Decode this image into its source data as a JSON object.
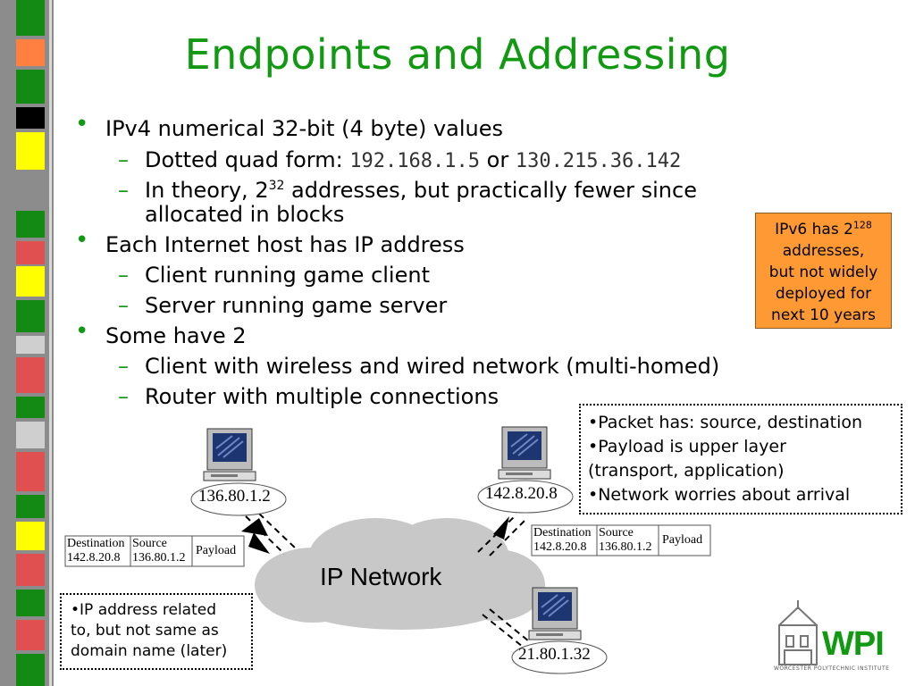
{
  "slide": {
    "title": "Endpoints and Addressing",
    "bullets": [
      {
        "text": "IPv4 numerical 32-bit (4 byte) values",
        "sub": [
          {
            "prefix": "Dotted quad form: ",
            "mono1": "192.168.1.5",
            "mid": " or ",
            "mono2": "130.215.36.142"
          },
          {
            "pre": "In theory, 2",
            "sup": "32",
            "post": " addresses, but practically fewer since",
            "line2": "allocated in blocks"
          }
        ]
      },
      {
        "text": "Each Internet host has IP address",
        "sub": [
          "Client running game client",
          "Server running game server"
        ]
      },
      {
        "text": "Some have 2",
        "sub": [
          "Client with wireless and wired network (multi-homed)",
          "Router with multiple connections"
        ]
      }
    ]
  },
  "ipv6_callout": {
    "pre": "IPv6 has 2",
    "sup": "128",
    "lines": [
      "addresses,",
      "but not widely",
      "deployed for",
      "next 10 years"
    ]
  },
  "packet_note": [
    "•Packet has: source, destination",
    "•Payload is upper layer",
    "(transport, application)",
    "•Network worries about arrival"
  ],
  "domain_note": [
    "•IP address related",
    "to, but not same as",
    "domain name (later)"
  ],
  "diagram": {
    "cloud_label": "IP Network",
    "hosts": [
      {
        "addr": "136.80.1.2"
      },
      {
        "addr": "142.8.20.8"
      },
      {
        "addr": "21.80.1.32"
      }
    ],
    "packets": [
      {
        "h1": "Destination",
        "h2": "Source",
        "h3": "Payload",
        "v1": "142.8.20.8",
        "v2": "136.80.1.2"
      },
      {
        "h1": "Destination",
        "h2": "Source",
        "h3": "Payload",
        "v1": "142.8.20.8",
        "v2": "136.80.1.2"
      }
    ]
  },
  "logo": {
    "name": "WPI",
    "sub": "WORCESTER POLYTECHNIC INSTITUTE"
  },
  "colors": {
    "accent_green": "#119911",
    "callout_orange": "#ff9933",
    "strip_gray": "#8c8c8c"
  }
}
